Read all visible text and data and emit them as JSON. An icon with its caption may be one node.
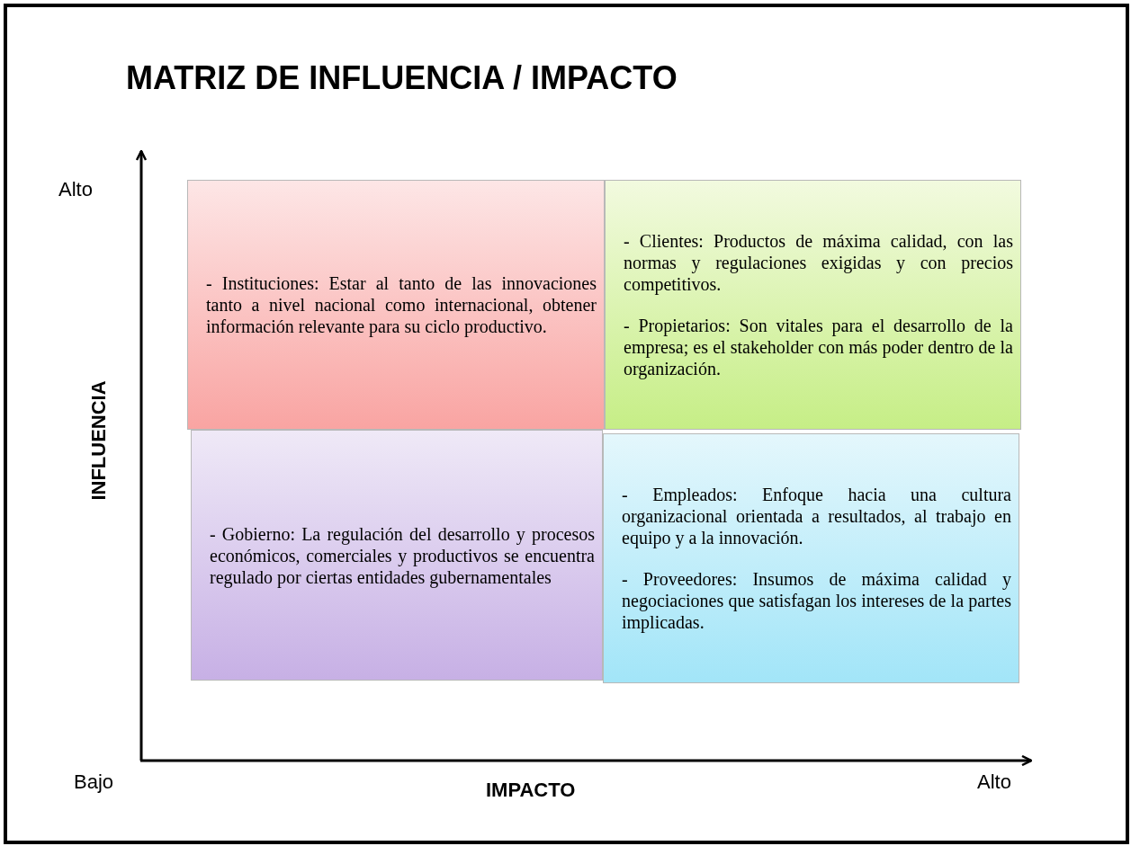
{
  "diagram": {
    "title": "MATRIZ DE INFLUENCIA / IMPACTO",
    "nodes": [
      {
        "text": [
          "- Instituciones: Estar al tanto de las innovaciones tanto a nivel nacional como internacional, obtener información relevante para su ciclo productivo."
        ]
      },
      {
        "text": [
          "- Clientes: Productos de máxima calidad, con las normas y regulaciones exigidas y con precios competitivos.",
          "- Propietarios: Son vitales para el desarrollo de la empresa; es el stakeholder con más poder dentro de la organización."
        ]
      },
      {
        "text": [
          "- Gobierno: La regulación del desarrollo y procesos económicos, comerciales y productivos se encuentra regulado por ciertas entidades gubernamentales"
        ]
      },
      {
        "text": [
          "- Empleados: Enfoque hacia una cultura organizacional orientada a resultados, al trabajo en equipo y a la innovación.",
          "- Proveedores: Insumos de máxima calidad y negociaciones que satisfagan los intereses de la partes implicadas."
        ]
      }
    ],
    "labels": [
      "Alto",
      "INFLUENCIA",
      "Bajo",
      "IMPACTO",
      "Alto"
    ]
  }
}
